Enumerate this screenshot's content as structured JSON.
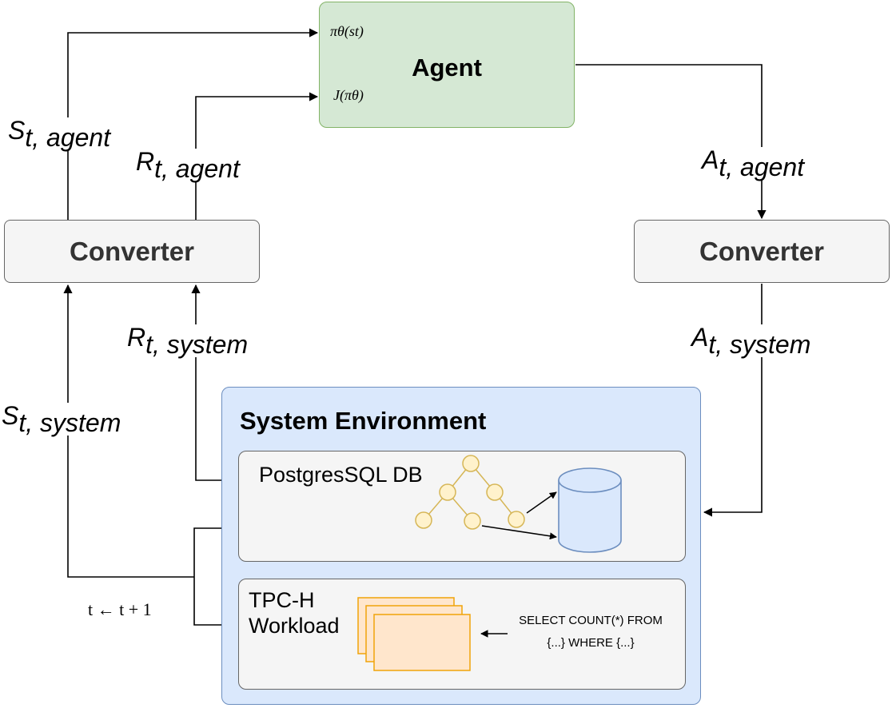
{
  "agent": {
    "title": "Agent",
    "policy_label": "πθ(st)",
    "objective_label": "J(πθ)"
  },
  "converters": {
    "left_label": "Converter",
    "right_label": "Converter"
  },
  "signals": {
    "state_agent": {
      "symbol": "S",
      "subscript": "t, agent"
    },
    "reward_agent": {
      "symbol": "R",
      "subscript": "t, agent"
    },
    "action_agent": {
      "symbol": "A",
      "subscript": "t, agent"
    },
    "reward_system": {
      "symbol": "R",
      "subscript": "t, system"
    },
    "action_system": {
      "symbol": "A",
      "subscript": "t, system"
    },
    "state_system": {
      "symbol": "S",
      "subscript": "t, system"
    },
    "time_step": "t ← t + 1"
  },
  "environment": {
    "title": "System Environment",
    "database": {
      "title": "PostgresSQL DB"
    },
    "workload": {
      "title": "TPC-H Workload",
      "query_line1": "SELECT COUNT(*) FROM",
      "query_line2": "{...} WHERE {...}"
    }
  },
  "colors": {
    "agent_fill": "#d5e8d4",
    "agent_border": "#82b366",
    "converter_fill": "#f5f5f5",
    "environment_fill": "#dae8fc",
    "environment_border": "#6c8ebf",
    "tree_node_fill": "#fff2cc",
    "tree_node_border": "#d6b656",
    "cylinder_fill": "#dae8fc",
    "workload_card_fill": "#ffe6cc",
    "workload_card_border": "#f0a30a"
  }
}
